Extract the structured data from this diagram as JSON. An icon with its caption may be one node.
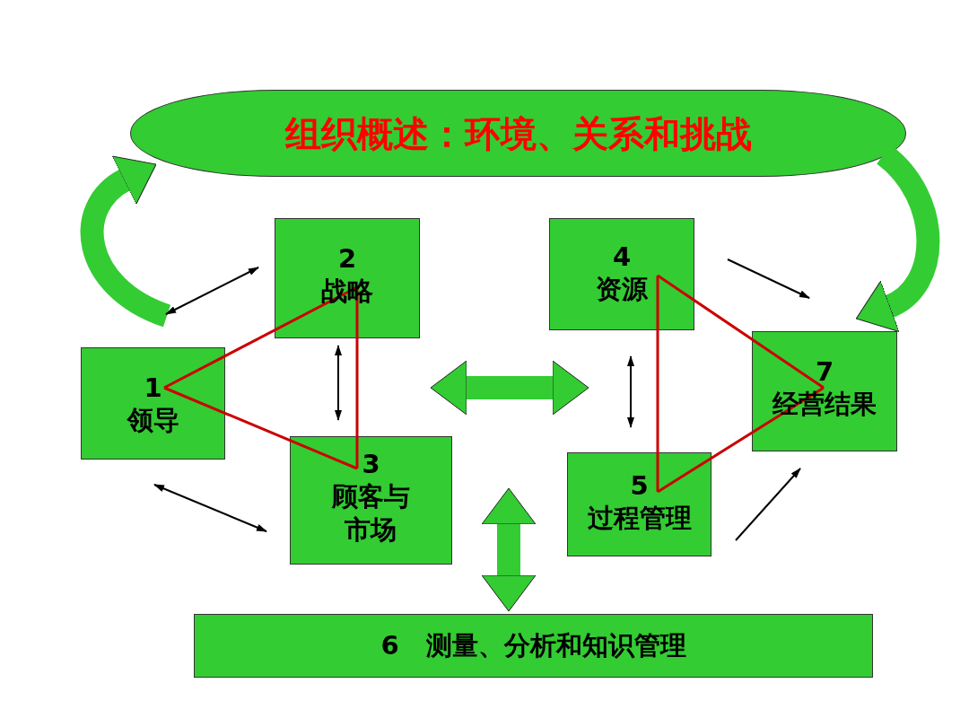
{
  "diagram": {
    "nodes": [
      {
        "text": [
          "组织概述：环境、关系和挑战"
        ]
      },
      {
        "text": [
          "1",
          "领导"
        ]
      },
      {
        "text": [
          "2",
          "战略"
        ]
      },
      {
        "text": [
          "3",
          "顾客与市场"
        ]
      },
      {
        "text": [
          "4",
          "资源"
        ]
      },
      {
        "text": [
          "5",
          "过程管理"
        ]
      },
      {
        "text": [
          "6",
          "测量、分析和知识管理"
        ]
      },
      {
        "text": [
          "7",
          "经营结果"
        ]
      }
    ],
    "edges": [
      {
        "from": 1,
        "to": 0,
        "arrow": "to",
        "style": "thick",
        "color": "#33cc33"
      },
      {
        "from": 0,
        "to": 7,
        "arrow": "to",
        "style": "thick",
        "color": "#33cc33"
      },
      {
        "from": 1,
        "to": 2,
        "arrow": "both"
      },
      {
        "from": 2,
        "to": 3,
        "arrow": "both"
      },
      {
        "from": 1,
        "to": 3,
        "arrow": "both"
      },
      {
        "from": 4,
        "to": 5,
        "arrow": "both"
      },
      {
        "from": 4,
        "to": 7,
        "arrow": "to"
      },
      {
        "from": 5,
        "to": 7,
        "arrow": "to"
      },
      {
        "from": 2,
        "to": 4,
        "arrow": "both",
        "style": "thick",
        "color": "#33cc33"
      },
      {
        "from": 6,
        "to": 5,
        "arrow": "both",
        "style": "thick",
        "color": "#33cc33"
      },
      {
        "from": 1,
        "to": 2,
        "arrow": "none",
        "color": "#cc0000"
      },
      {
        "from": 2,
        "to": 3,
        "arrow": "none",
        "color": "#cc0000"
      },
      {
        "from": 3,
        "to": 1,
        "arrow": "none",
        "color": "#cc0000"
      },
      {
        "from": 4,
        "to": 7,
        "arrow": "none",
        "color": "#cc0000"
      },
      {
        "from": 7,
        "to": 5,
        "arrow": "none",
        "color": "#cc0000"
      },
      {
        "from": 5,
        "to": 4,
        "arrow": "none",
        "color": "#cc0000"
      }
    ]
  }
}
